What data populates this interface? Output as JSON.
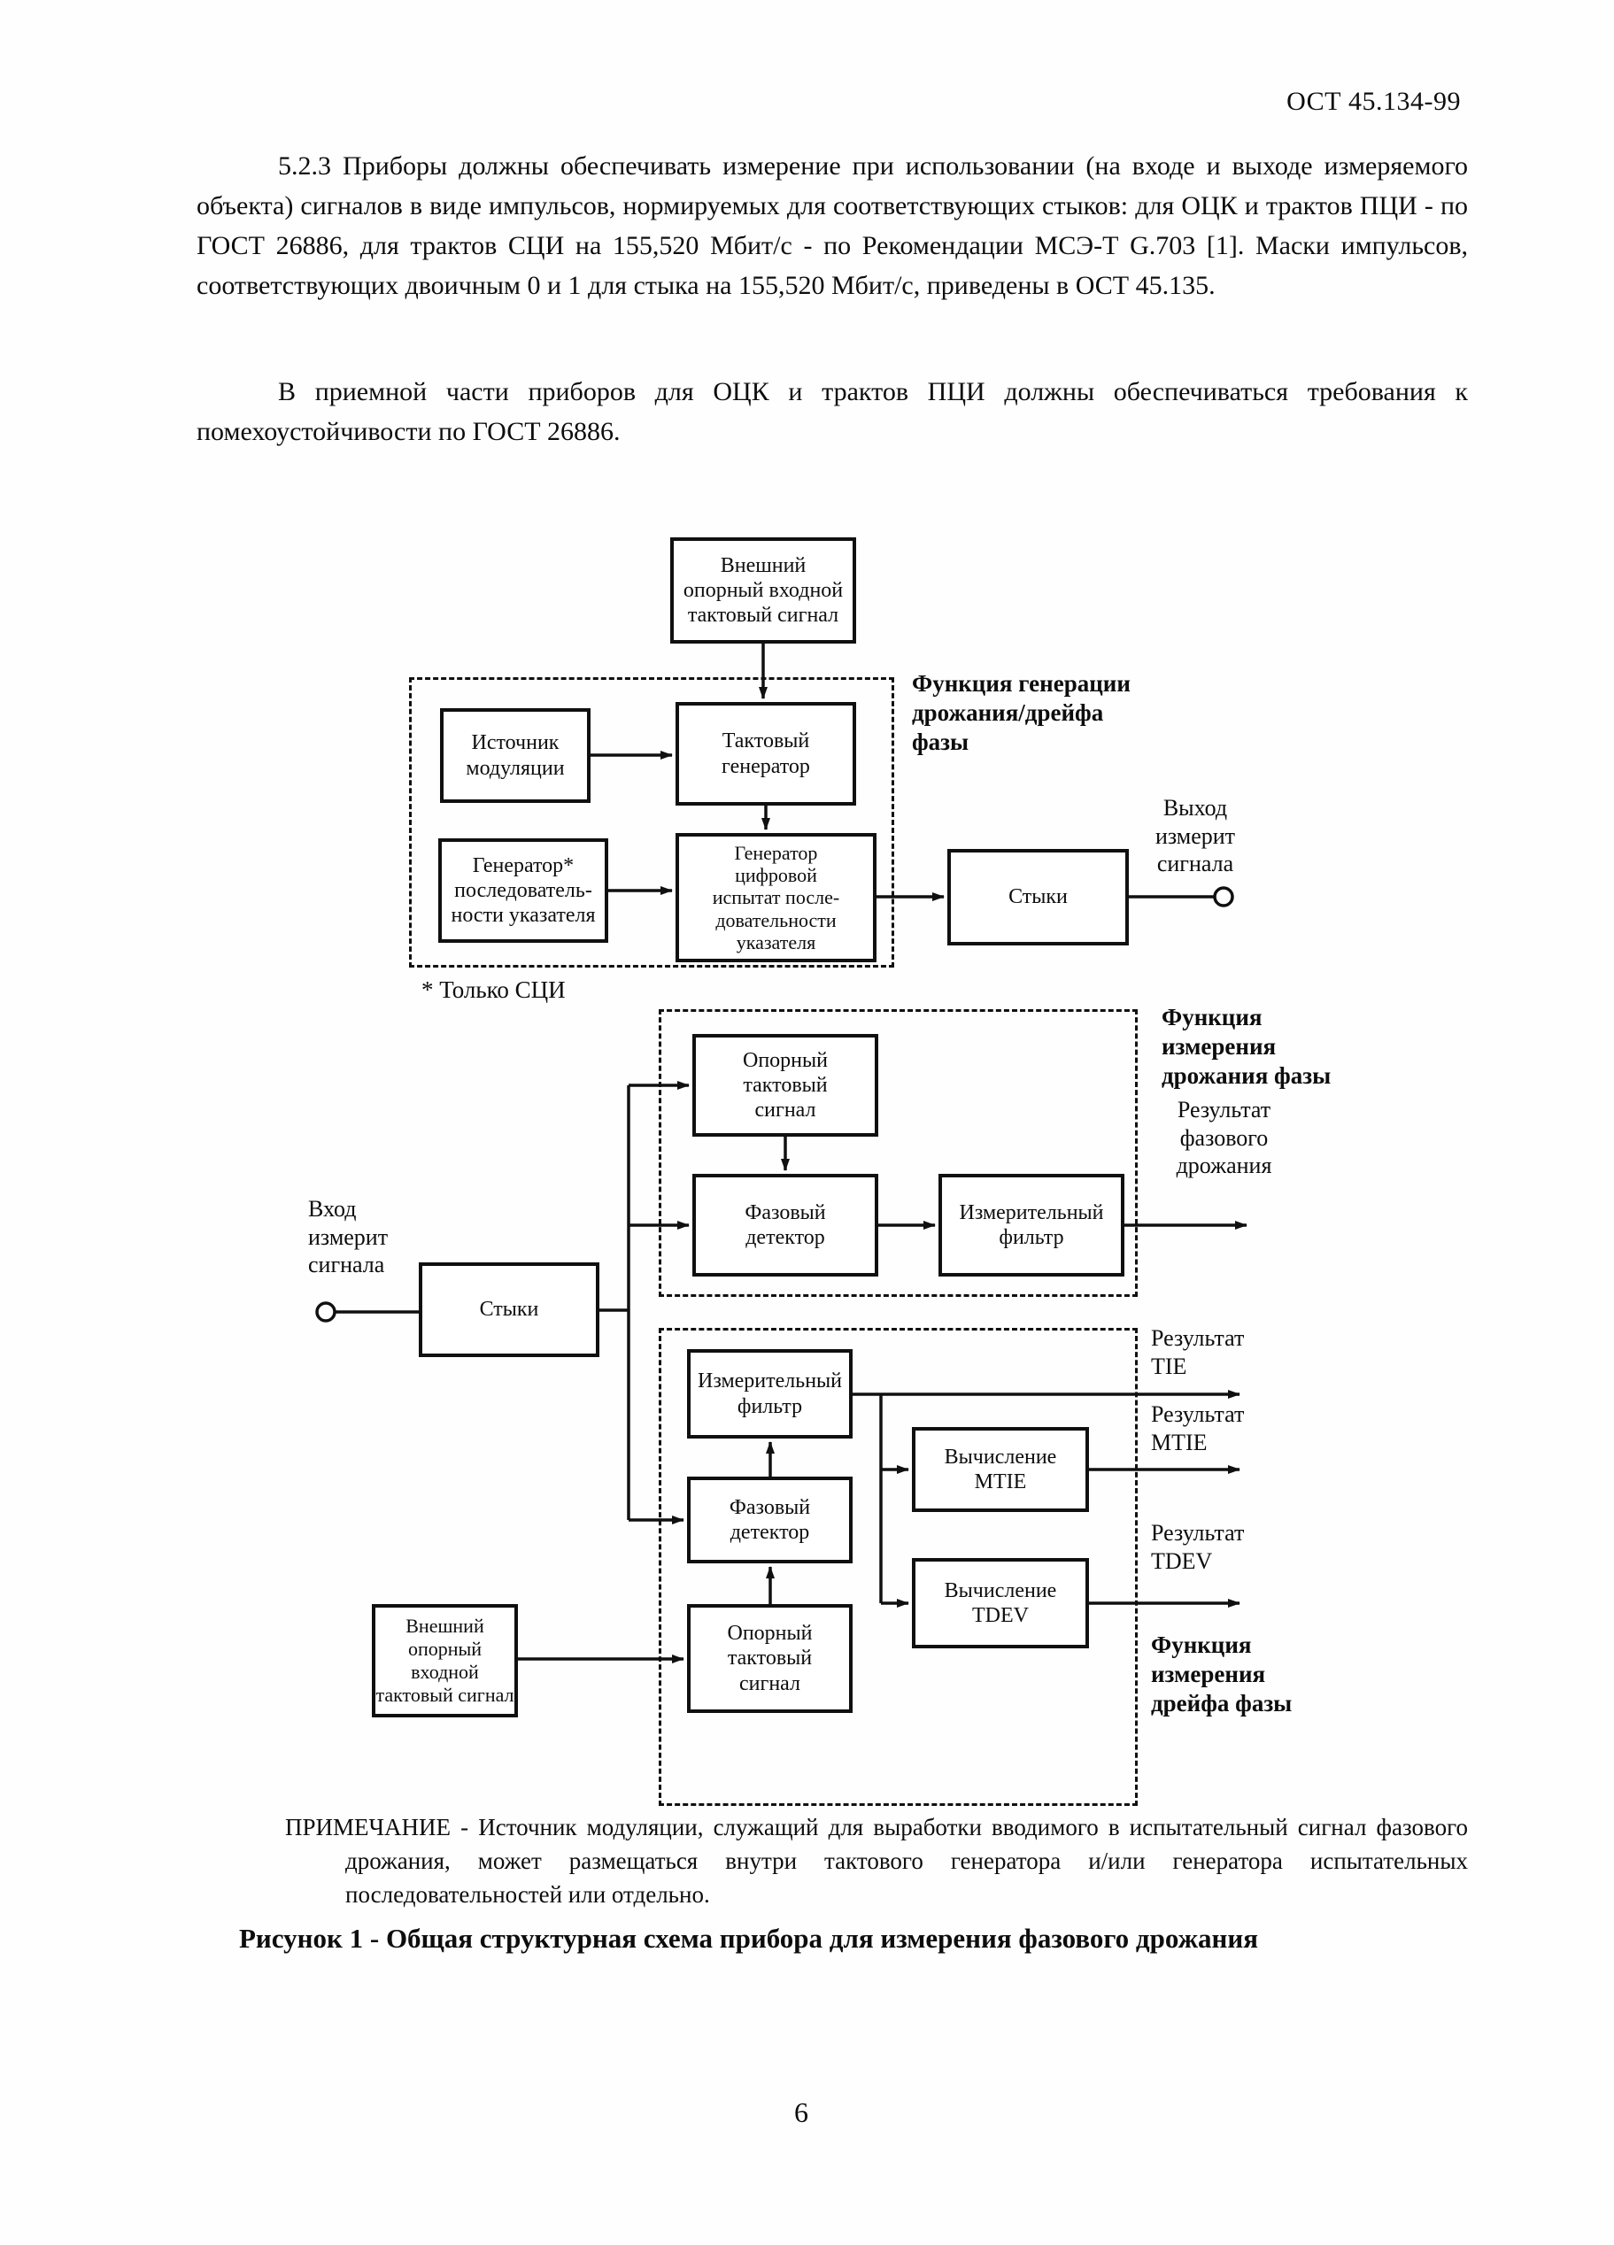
{
  "header": {
    "doc_number": "ОСТ 45.134-99"
  },
  "body": {
    "para1": "5.2.3  Приборы должны обеспечивать измерение при использовании (на входе и выходе измеряемого объекта) сигналов в виде импульсов, нормируемых для соответствующих стыков: для ОЦК и трактов ПЦИ - по ГОСТ 26886, для трактов СЦИ на 155,520 Мбит/с - по Рекомендации МСЭ-Т G.703 [1]. Маски импульсов, соответствующих двоичным 0 и 1 для стыка на 155,520 Мбит/с, приведены в ОСТ 45.135.",
    "para2": "В приемной части приборов для ОЦК и трактов ПЦИ должны обеспечиваться требования к помехоустойчивости по ГОСТ 26886."
  },
  "figure": {
    "boxes": {
      "ext_ref_clock_top": "Внешний\nопорный входной\nтактовый сигнал",
      "modulation_source": "Источник\nмодуляции",
      "clock_generator": "Тактовый\nгенератор",
      "pointer_seq_generator": "Генератор*\nпоследователь-\nности указателя",
      "digital_test_seq_generator": "Генератор\nцифровой\nиспытат после-\nдовательности\nуказателя",
      "interfaces_out": "Стыки",
      "interfaces_in": "Стыки",
      "ref_clock_jitter": "Опорный\nтактовый\nсигнал",
      "phase_detector_jitter": "Фазовый\nдетектор",
      "measuring_filter_jitter": "Измерительный\nфильтр",
      "measuring_filter_wander": "Измерительный\nфильтр",
      "phase_detector_wander": "Фазовый\nдетектор",
      "ref_clock_wander": "Опорный\nтактовый\nсигнал",
      "mtie_calculation": "Вычисление\nMTIE",
      "tdev_calculation": "Вычисление\nTDEV",
      "ext_ref_clock_bottom": "Внешний\nопорный входной\nтактовый сигнал"
    },
    "labels": {
      "generation_function": "Функция генерации\nдрожания/дрейфа\nфазы",
      "signal_output": "Выход\nизмерит\nсигнала",
      "signal_input": "Вход\nизмерит\nсигнала",
      "jitter_function": "Функция\nизмерения\nдрожания фазы",
      "jitter_result": "Результат\nфазового\nдрожания",
      "tie_result": "Результат\nTIE",
      "mtie_result": "Результат\nMTIE",
      "tdev_result": "Результат\nTDEV",
      "wander_function": "Функция\nизмерения\nдрейфа фазы",
      "footnote": "* Только СЦИ"
    },
    "note": "ПРИМЕЧАНИЕ - Источник модуляции, служащий для выработки вводимого в испытательный сигнал фазового дрожания, может размещаться внутри тактового генератора и/или генератора испытательных последовательностей или отдельно.",
    "caption": "Рисунок 1 - Общая структурная схема прибора для измерения фазового дрожания"
  },
  "footer": {
    "page_number": "6"
  }
}
